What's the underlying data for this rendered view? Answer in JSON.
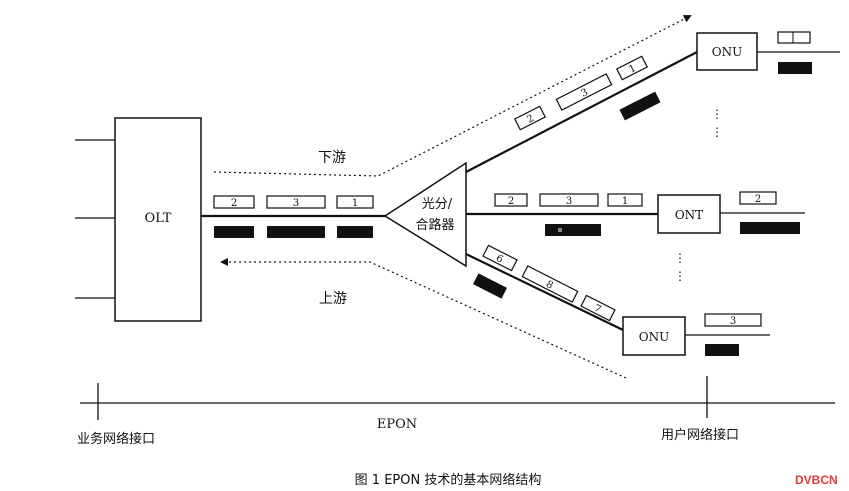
{
  "nodes": {
    "olt": "OLT",
    "splitter_line1": "光分/",
    "splitter_line2": "合路器",
    "onu_top": "ONU",
    "ont_middle": "ONT",
    "onu_bottom": "ONU"
  },
  "direction": {
    "downstream": "下游",
    "upstream": "上游"
  },
  "frames": {
    "olt_link": [
      "2",
      "3",
      "1"
    ],
    "upper_branch": [
      "2",
      "3",
      "1"
    ],
    "middle_branch": [
      "2",
      "3",
      "1"
    ],
    "lower_branch": [
      "6",
      "8",
      "7"
    ],
    "ont_side": "2",
    "onu_bottom_side": "3"
  },
  "scale": {
    "left": "业务网络接口",
    "center": "EPON",
    "right": "用户网络接口"
  },
  "caption": "图 1 EPON 技术的基本网络结构",
  "watermark": "DVBCN"
}
